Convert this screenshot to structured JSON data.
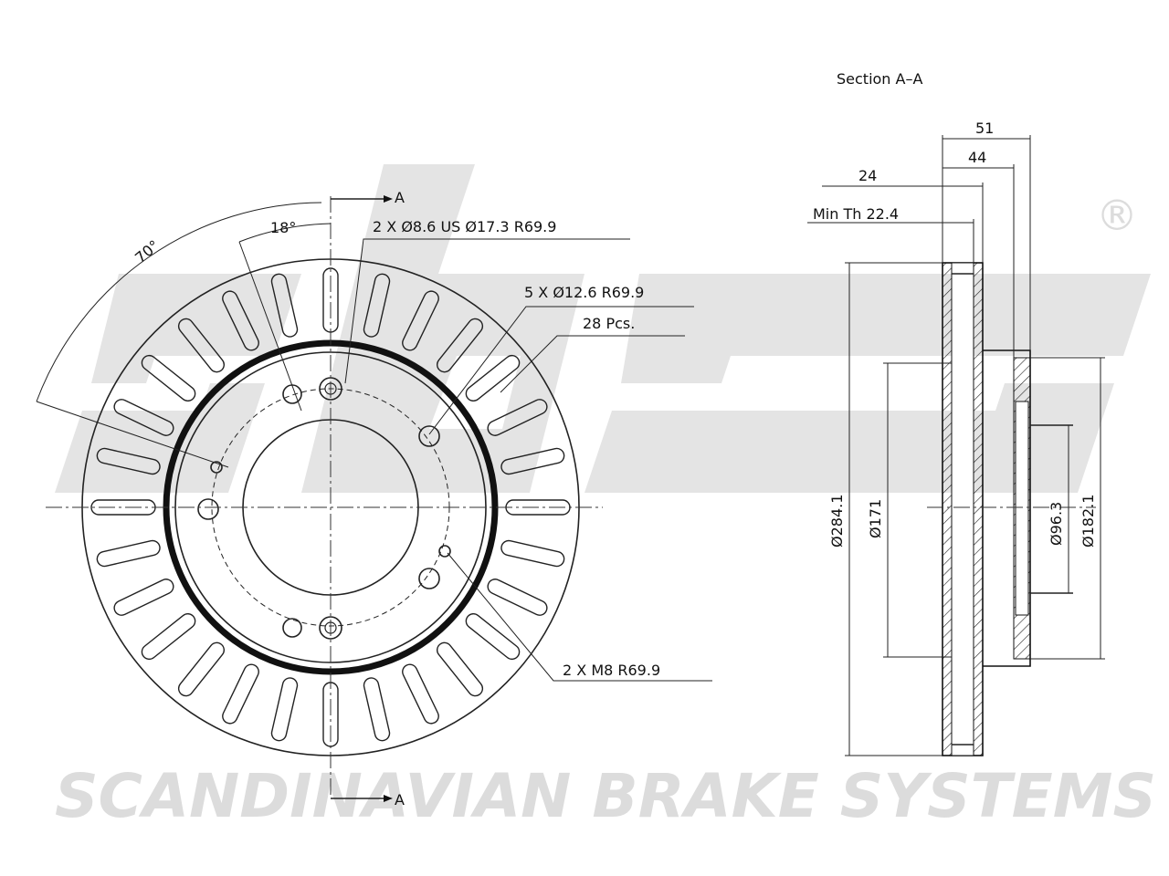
{
  "watermark": {
    "logo": "sbs",
    "brand": "SCANDINAVIAN BRAKE SYSTEMS",
    "registered": "®"
  },
  "front_view": {
    "section_marker": "A",
    "angle_large": "70°",
    "angle_small": "18°",
    "callout_holes_small": "2 X Ø8.6 US Ø17.3 R69.9",
    "callout_holes_bolt": "5 X Ø12.6 R69.9",
    "callout_vanes": "28 Pcs.",
    "callout_threads": "2 X M8 R69.9"
  },
  "section_view": {
    "title": "Section A–A",
    "dim_overall_height": "51",
    "dim_disc_thickness": "44",
    "dim_pad_thickness": "24",
    "dim_min_thickness": "Min Th 22.4",
    "dia_outer": "Ø284.1",
    "dia_inner": "Ø171",
    "dia_hub": "Ø96.3",
    "dia_hat": "Ø182.1"
  }
}
